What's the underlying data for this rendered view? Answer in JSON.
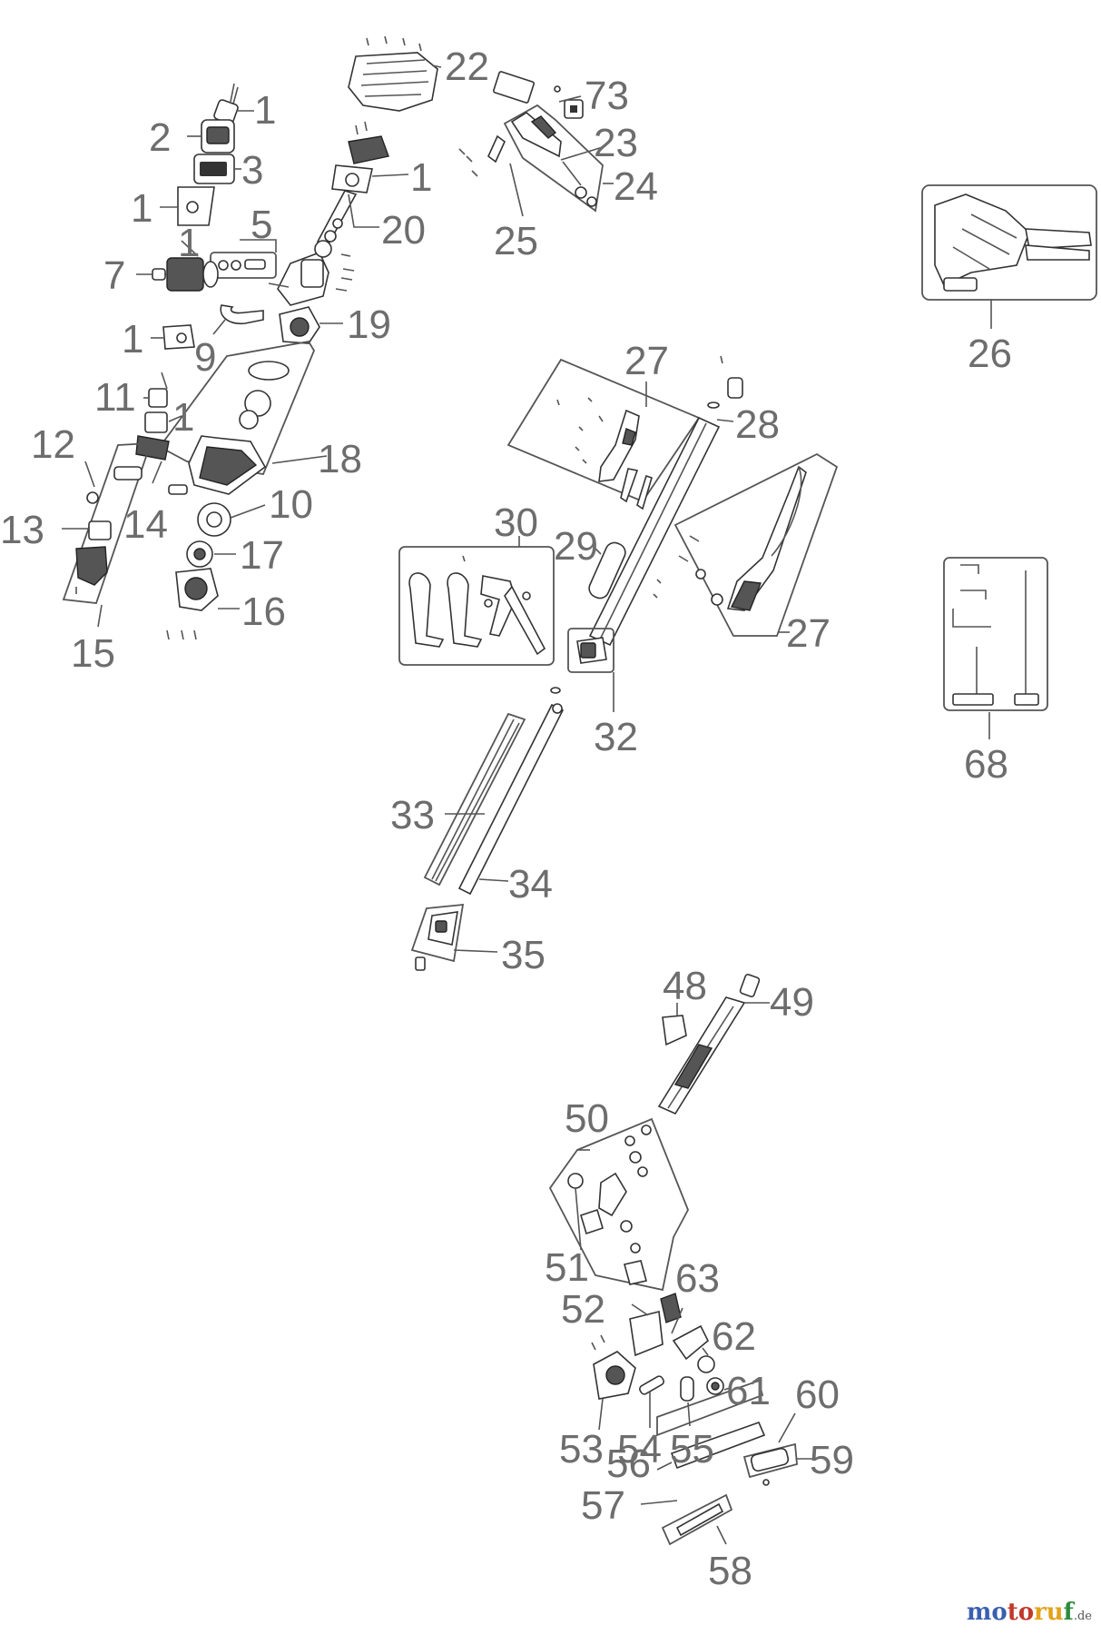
{
  "diagram": {
    "callouts": {
      "c1a": "1",
      "c2": "2",
      "c3": "3",
      "c1b": "1",
      "c5": "5",
      "c7": "7",
      "c1c": "1",
      "c1d": "1",
      "c9": "9",
      "c19": "19",
      "c11": "11",
      "c1e": "1",
      "c12": "12",
      "c13": "13",
      "c14": "14",
      "c15": "15",
      "c18": "18",
      "c10": "10",
      "c17": "17",
      "c16": "16",
      "c22": "22",
      "c1f": "1",
      "c20": "20",
      "c73": "73",
      "c23": "23",
      "c24": "24",
      "c25": "25",
      "c26": "26",
      "c27a": "27",
      "c28": "28",
      "c30": "30",
      "c29": "29",
      "c27b": "27",
      "c32": "32",
      "c33": "33",
      "c34": "34",
      "c35": "35",
      "c68": "68",
      "c48": "48",
      "c49": "49",
      "c50": "50",
      "c51": "51",
      "c52": "52",
      "c63": "63",
      "c62": "62",
      "c53": "53",
      "c54": "54",
      "c55": "55",
      "c61": "61",
      "c60": "60",
      "c56": "56",
      "c59": "59",
      "c57": "57",
      "c58": "58"
    }
  },
  "watermark": {
    "brand": [
      "mo",
      "to",
      "ru",
      "f"
    ],
    "tld": ".de"
  }
}
